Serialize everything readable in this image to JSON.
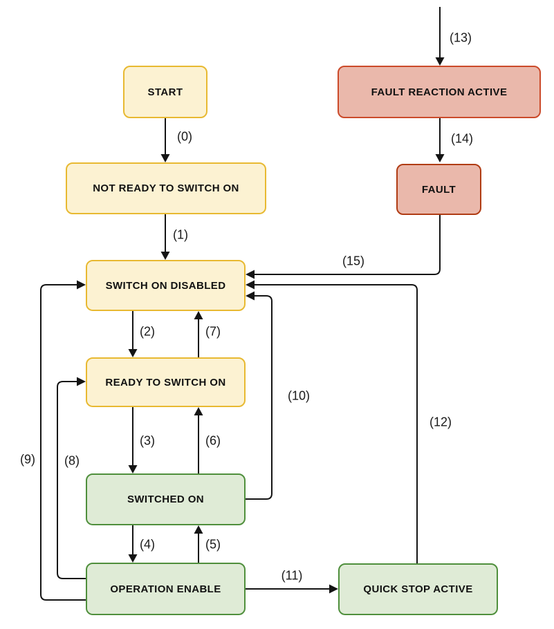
{
  "palette": {
    "background": "#ffffff",
    "line_color": "#141414",
    "yellow_fill": "#fcf2d2",
    "yellow_border": "#e8b931",
    "red_fill": "#eab8ab",
    "red_border_light": "#cb4a2a",
    "red_border_dark": "#b03c14",
    "green_fill": "#dfebd6",
    "green_border": "#4f8f3c",
    "text_color": "#111111"
  },
  "states": {
    "start": {
      "label": "START",
      "color": "yellow"
    },
    "fault_reaction_active": {
      "label": "FAULT REACTION ACTIVE",
      "color": "red"
    },
    "not_ready_to_switch_on": {
      "label": "NOT READY TO SWITCH ON",
      "color": "yellow"
    },
    "fault": {
      "label": "FAULT",
      "color": "red"
    },
    "switch_on_disabled": {
      "label": "SWITCH ON DISABLED",
      "color": "yellow"
    },
    "ready_to_switch_on": {
      "label": "READY TO SWITCH ON",
      "color": "yellow"
    },
    "switched_on": {
      "label": "SWITCHED ON",
      "color": "green"
    },
    "operation_enable": {
      "label": "OPERATION ENABLE",
      "color": "green"
    },
    "quick_stop_active": {
      "label": "QUICK STOP ACTIVE",
      "color": "green"
    }
  },
  "transitions": {
    "t0": {
      "label": "(0)",
      "from": "START",
      "to": "NOT READY TO SWITCH ON"
    },
    "t1": {
      "label": "(1)",
      "from": "NOT READY TO SWITCH ON",
      "to": "SWITCH ON DISABLED"
    },
    "t2": {
      "label": "(2)",
      "from": "SWITCH ON DISABLED",
      "to": "READY TO SWITCH ON"
    },
    "t3": {
      "label": "(3)",
      "from": "READY TO SWITCH ON",
      "to": "SWITCHED ON"
    },
    "t4": {
      "label": "(4)",
      "from": "SWITCHED ON",
      "to": "OPERATION ENABLE"
    },
    "t5": {
      "label": "(5)",
      "from": "OPERATION ENABLE",
      "to": "SWITCHED ON"
    },
    "t6": {
      "label": "(6)",
      "from": "SWITCHED ON",
      "to": "READY TO SWITCH ON"
    },
    "t7": {
      "label": "(7)",
      "from": "READY TO SWITCH ON",
      "to": "SWITCH ON DISABLED"
    },
    "t8": {
      "label": "(8)",
      "from": "OPERATION ENABLE",
      "to": "READY TO SWITCH ON"
    },
    "t9": {
      "label": "(9)",
      "from": "OPERATION ENABLE",
      "to": "SWITCH ON DISABLED"
    },
    "t10": {
      "label": "(10)",
      "from": "SWITCHED ON",
      "to": "SWITCH ON DISABLED"
    },
    "t11": {
      "label": "(11)",
      "from": "OPERATION ENABLE",
      "to": "QUICK STOP ACTIVE"
    },
    "t12": {
      "label": "(12)",
      "from": "QUICK STOP ACTIVE",
      "to": "SWITCH ON DISABLED"
    },
    "t13": {
      "label": "(13)",
      "from": "",
      "to": "FAULT REACTION ACTIVE"
    },
    "t14": {
      "label": "(14)",
      "from": "FAULT REACTION ACTIVE",
      "to": "FAULT"
    },
    "t15": {
      "label": "(15)",
      "from": "FAULT",
      "to": "SWITCH ON DISABLED"
    }
  }
}
